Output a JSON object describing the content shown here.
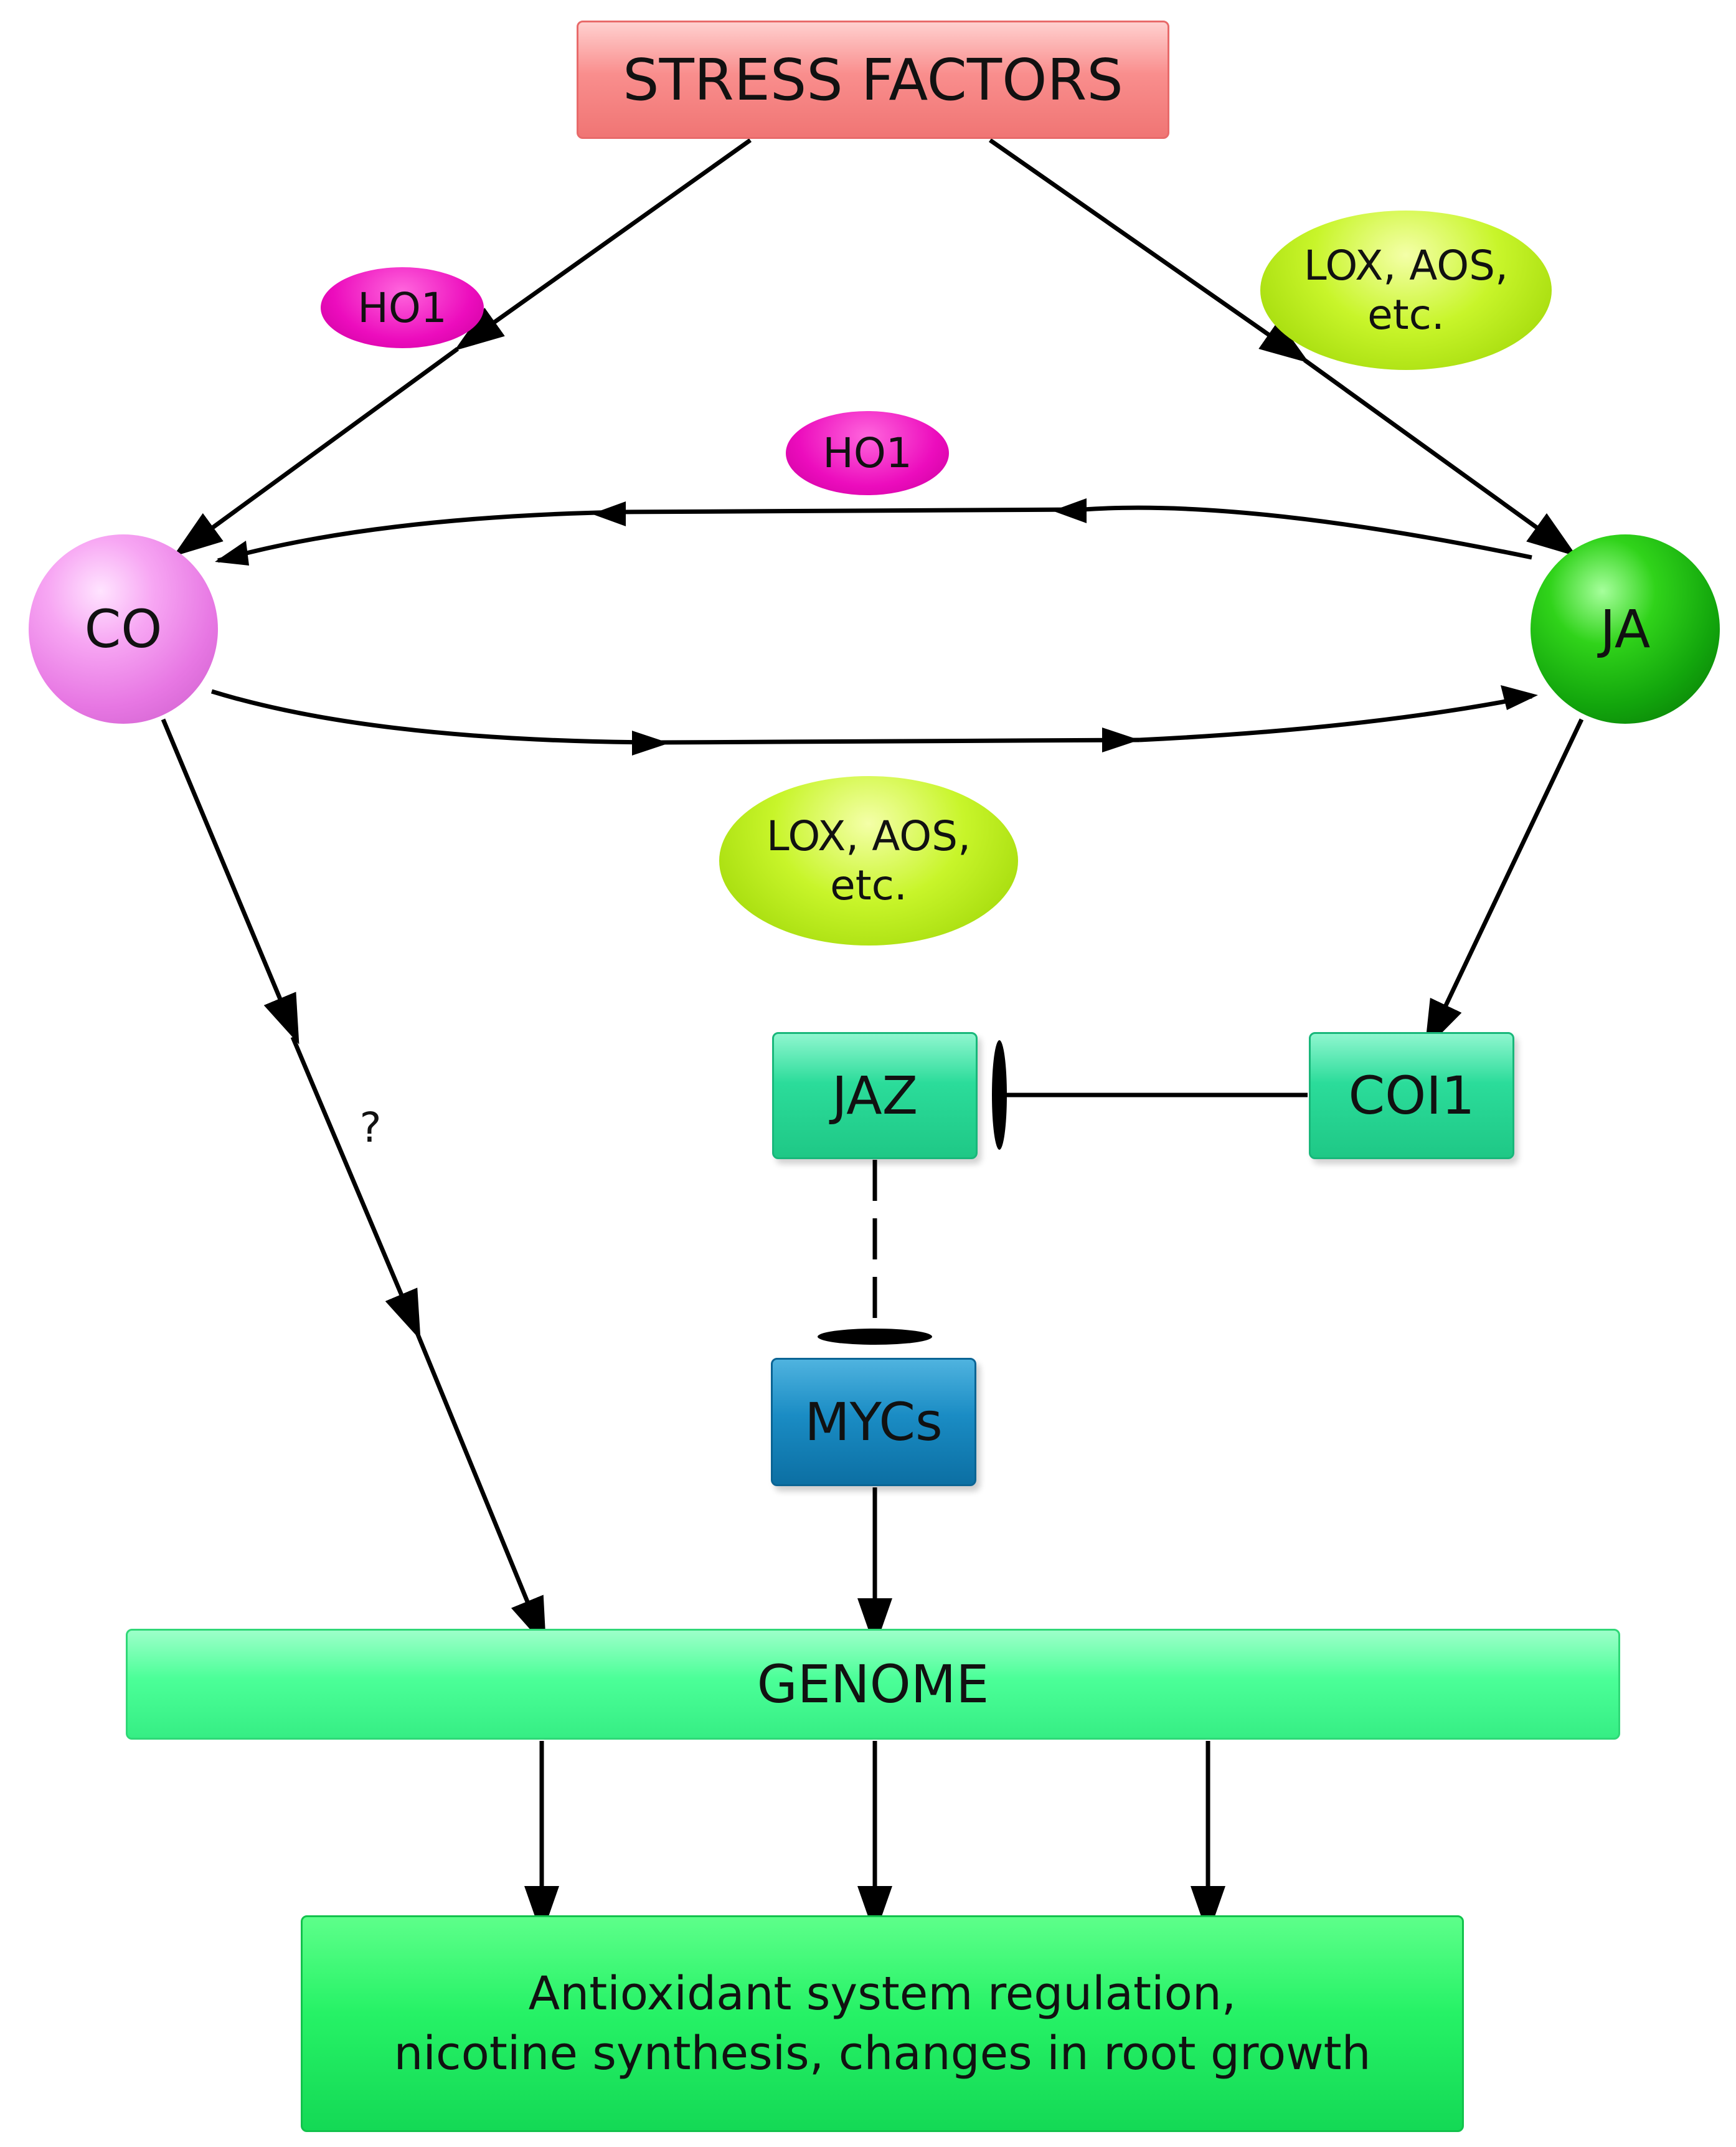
{
  "nodes": {
    "stress_factors": "STRESS FACTORS",
    "ho1_upper": "HO1",
    "ho1_middle": "HO1",
    "lox_upper_line1": "LOX, AOS,",
    "lox_upper_line2": "etc.",
    "lox_lower_line1": "LOX, AOS,",
    "lox_lower_line2": "etc.",
    "co": "CO",
    "ja": "JA",
    "jaz": "JAZ",
    "coi1": "COI1",
    "mycs": "MYCs",
    "genome": "GENOME",
    "outcome_line1": "Antioxidant system regulation,",
    "outcome_line2": "nicotine synthesis, changes in root growth",
    "unknown_path_label": "?"
  },
  "colors": {
    "stress_box": "#f98e8d",
    "ho1": "#ec0cbd",
    "lox_aos": "#c8f52a",
    "co": "#e777e3",
    "ja": "#12a50c",
    "jaz_coi1": "#2bdc9a",
    "mycs": "#1a8cc4",
    "genome": "#4bff98",
    "outcome": "#26f266",
    "arrow": "#000000"
  }
}
